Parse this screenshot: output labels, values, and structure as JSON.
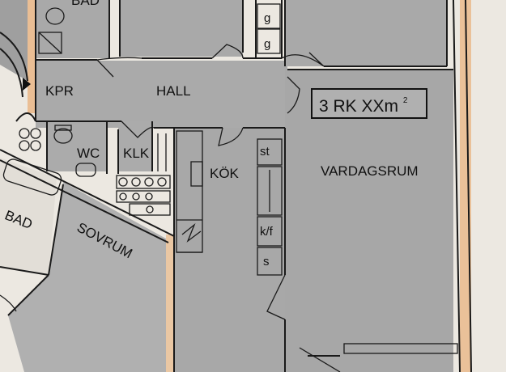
{
  "colors": {
    "paper": "#ece8e1",
    "room_fill": "#a7a7a7",
    "room_fill_light": "#b3b3b3",
    "wall": "#1a1a1a",
    "outer_wall_orange": "#e9a35d"
  },
  "rooms": {
    "bad_top": "BAD",
    "kpr": "KPR",
    "hall": "HALL",
    "wc": "WC",
    "klk": "KLK",
    "kok": "KÖK",
    "vardagsrum": "VARDAGSRUM",
    "bad_left": "BAD",
    "sovrum": "SOVRUM"
  },
  "fixtures": {
    "g1": "g",
    "g2": "g",
    "st": "st",
    "kf": "k/f",
    "s": "s"
  },
  "apartment": {
    "label_prefix": "3 RK XXm",
    "label_superscript": "2"
  },
  "icons": {
    "entrance": "entrance-arrow-icon"
  }
}
